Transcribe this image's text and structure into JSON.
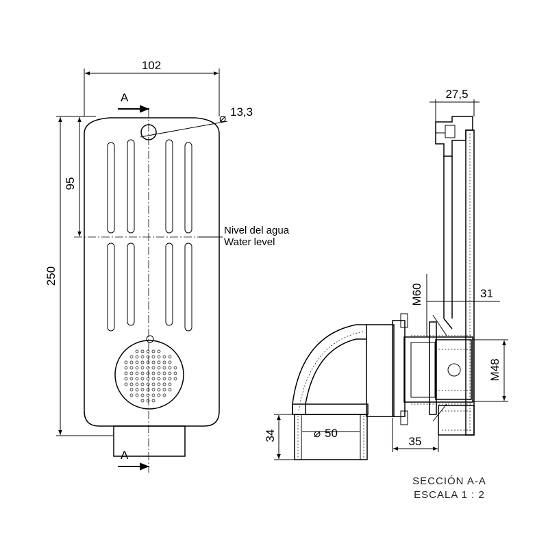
{
  "front_view": {
    "dim_width": "102",
    "dim_total_height": "250",
    "dim_water_level_height": "95",
    "dim_hole_diameter": "13,3",
    "section_mark_top": "A",
    "section_mark_bottom": "A",
    "water_level_label_es": "Nivel del agua",
    "water_level_label_en": "Water level"
  },
  "section_view": {
    "dim_top_depth": "27,5",
    "dim_thread_m60": "M60",
    "dim_31": "31",
    "dim_thread_m48": "M48",
    "dim_height_34": "34",
    "dim_pipe_diameter": "50",
    "dim_35": "35"
  },
  "title": {
    "line1": "SECCIÓN A-A",
    "line2": "ESCALA 1 : 2"
  }
}
